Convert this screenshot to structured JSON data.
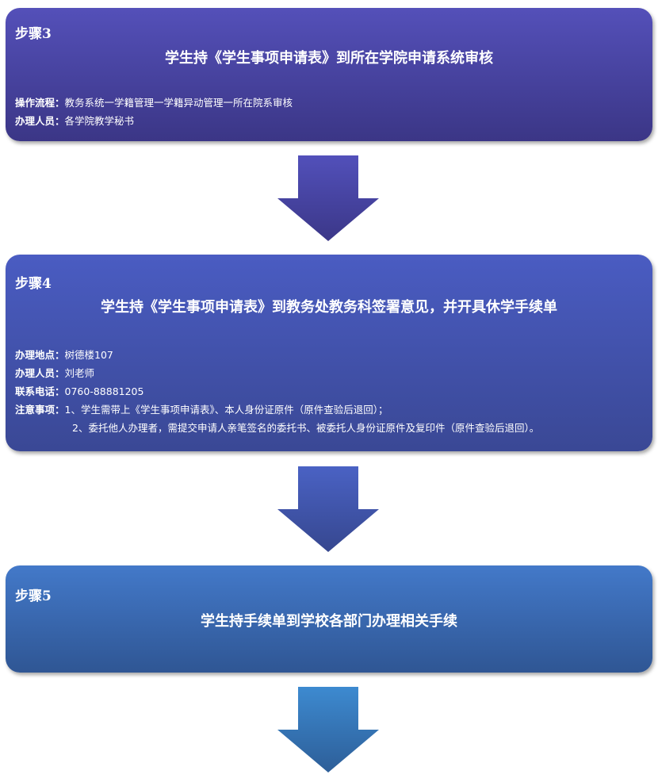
{
  "steps": [
    {
      "label": "步骤3",
      "title": "学生持《学生事项申请表》到所在学院申请系统审核",
      "rows": [
        {
          "label": "操作流程：",
          "value": "教务系统一学籍管理一学籍异动管理一所在院系审核"
        },
        {
          "label": "办理人员：",
          "value": "各学院教学秘书"
        }
      ]
    },
    {
      "label": "步骤4",
      "title": "学生持《学生事项申请表》到教务处教务科签署意见，并开具休学手续单",
      "rows": [
        {
          "label": "办理地点：",
          "value": "树德楼107"
        },
        {
          "label": "办理人员：",
          "value": "刘老师"
        },
        {
          "label": "联系电话：",
          "value": "0760-88881205"
        },
        {
          "label": "注意事项：",
          "value": "1、学生需带上《学生事项申请表》、本人身份证原件（原件查验后退回）；"
        }
      ],
      "note2": "2、委托他人办理者，需提交申请人亲笔签名的委托书、被委托人身份证原件及复印件（原件查验后退回）。"
    },
    {
      "label": "步骤5",
      "title": "学生持手续单到学校各部门办理相关手续"
    }
  ],
  "colors": {
    "step3": "#4a45a5",
    "step4": "#4354ad",
    "step5": "#3a68b0"
  }
}
